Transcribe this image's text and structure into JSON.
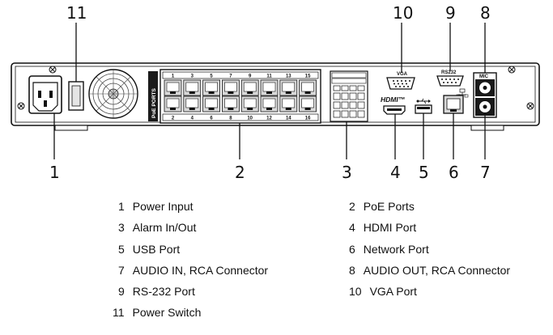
{
  "panel": {
    "poe_label": "PoE PORTS",
    "poe_top_numbers": [
      "1",
      "3",
      "5",
      "7",
      "9",
      "11",
      "13",
      "15"
    ],
    "poe_bottom_numbers": [
      "2",
      "4",
      "6",
      "8",
      "10",
      "12",
      "14",
      "16"
    ],
    "vga_label": "VGA",
    "rs232_label": "RS232",
    "mic_label": "MIC",
    "hdmi_label": "HDMI™"
  },
  "callouts": {
    "c1": "1",
    "c2": "2",
    "c3": "3",
    "c4": "4",
    "c5": "5",
    "c6": "6",
    "c7": "7",
    "c8": "8",
    "c9": "9",
    "c10": "10",
    "c11": "11"
  },
  "legend": [
    {
      "num": "1",
      "label": "Power Input"
    },
    {
      "num": "2",
      "label": "PoE Ports"
    },
    {
      "num": "3",
      "label": "Alarm In/Out"
    },
    {
      "num": "4",
      "label": "HDMI Port"
    },
    {
      "num": "5",
      "label": "USB Port"
    },
    {
      "num": "6",
      "label": "Network Port"
    },
    {
      "num": "7",
      "label": "AUDIO IN, RCA Connector"
    },
    {
      "num": "8",
      "label": "AUDIO OUT, RCA Connector"
    },
    {
      "num": "9",
      "label": "RS-232 Port"
    },
    {
      "num": "10",
      "label": "VGA Port"
    },
    {
      "num": "11",
      "label": "Power Switch"
    }
  ],
  "colors": {
    "line": "#111111",
    "panel_fill": "#ffffff",
    "port_fill": "#d9d9d9",
    "dark": "#1a1a1a"
  }
}
